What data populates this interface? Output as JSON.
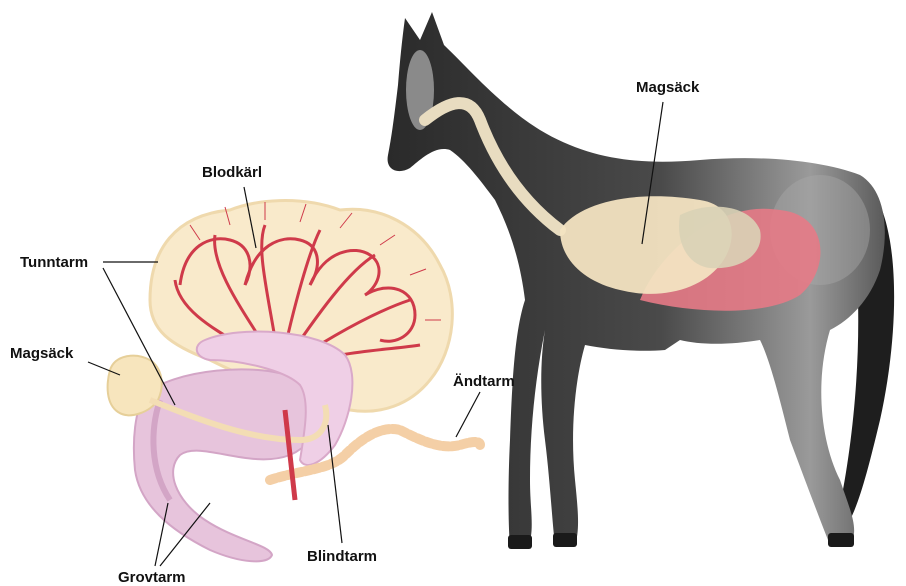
{
  "labels": {
    "stomach_horse": "Magsäck",
    "blood_vessels": "Blodkärl",
    "small_intestine": "Tunntarm",
    "stomach_diagram": "Magsäck",
    "rectum": "Ändtarm",
    "cecum": "Blindtarm",
    "large_intestine": "Grovtarm"
  },
  "colors": {
    "mesentery": "#f9eacb",
    "mesentery_edge": "#efd9ad",
    "vessel": "#cf3a4a",
    "colon": "#e7c4dc",
    "colon_dark": "#d3a5c6",
    "cecum": "#efcfe6",
    "rectum": "#f4cfa6",
    "stomach": "#f7e5bd",
    "horse": "#3a3a3a",
    "horse_light": "#8a8a8a",
    "organ_red": "#e57a86"
  }
}
